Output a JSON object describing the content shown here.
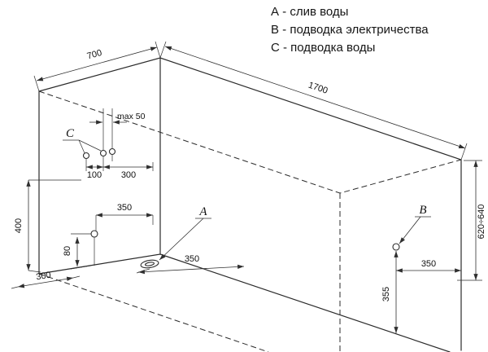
{
  "legend": {
    "items": [
      {
        "text": "А - слив воды"
      },
      {
        "text": "В - подводка электричества"
      },
      {
        "text": "С - подводка воды"
      }
    ]
  },
  "drawing": {
    "point_labels": {
      "drain": "А",
      "electric": "В",
      "water": "С"
    },
    "dims": {
      "tub_width": "700",
      "tub_length": "1700",
      "max_offset": "max 50",
      "water_100": "100",
      "water_300": "300",
      "water_350": "350",
      "water_height_400": "400",
      "drain_height_80": "80",
      "front_300": "300",
      "drain_350": "350",
      "electric_350": "350",
      "electric_355": "355",
      "tub_height": "620÷640"
    }
  }
}
